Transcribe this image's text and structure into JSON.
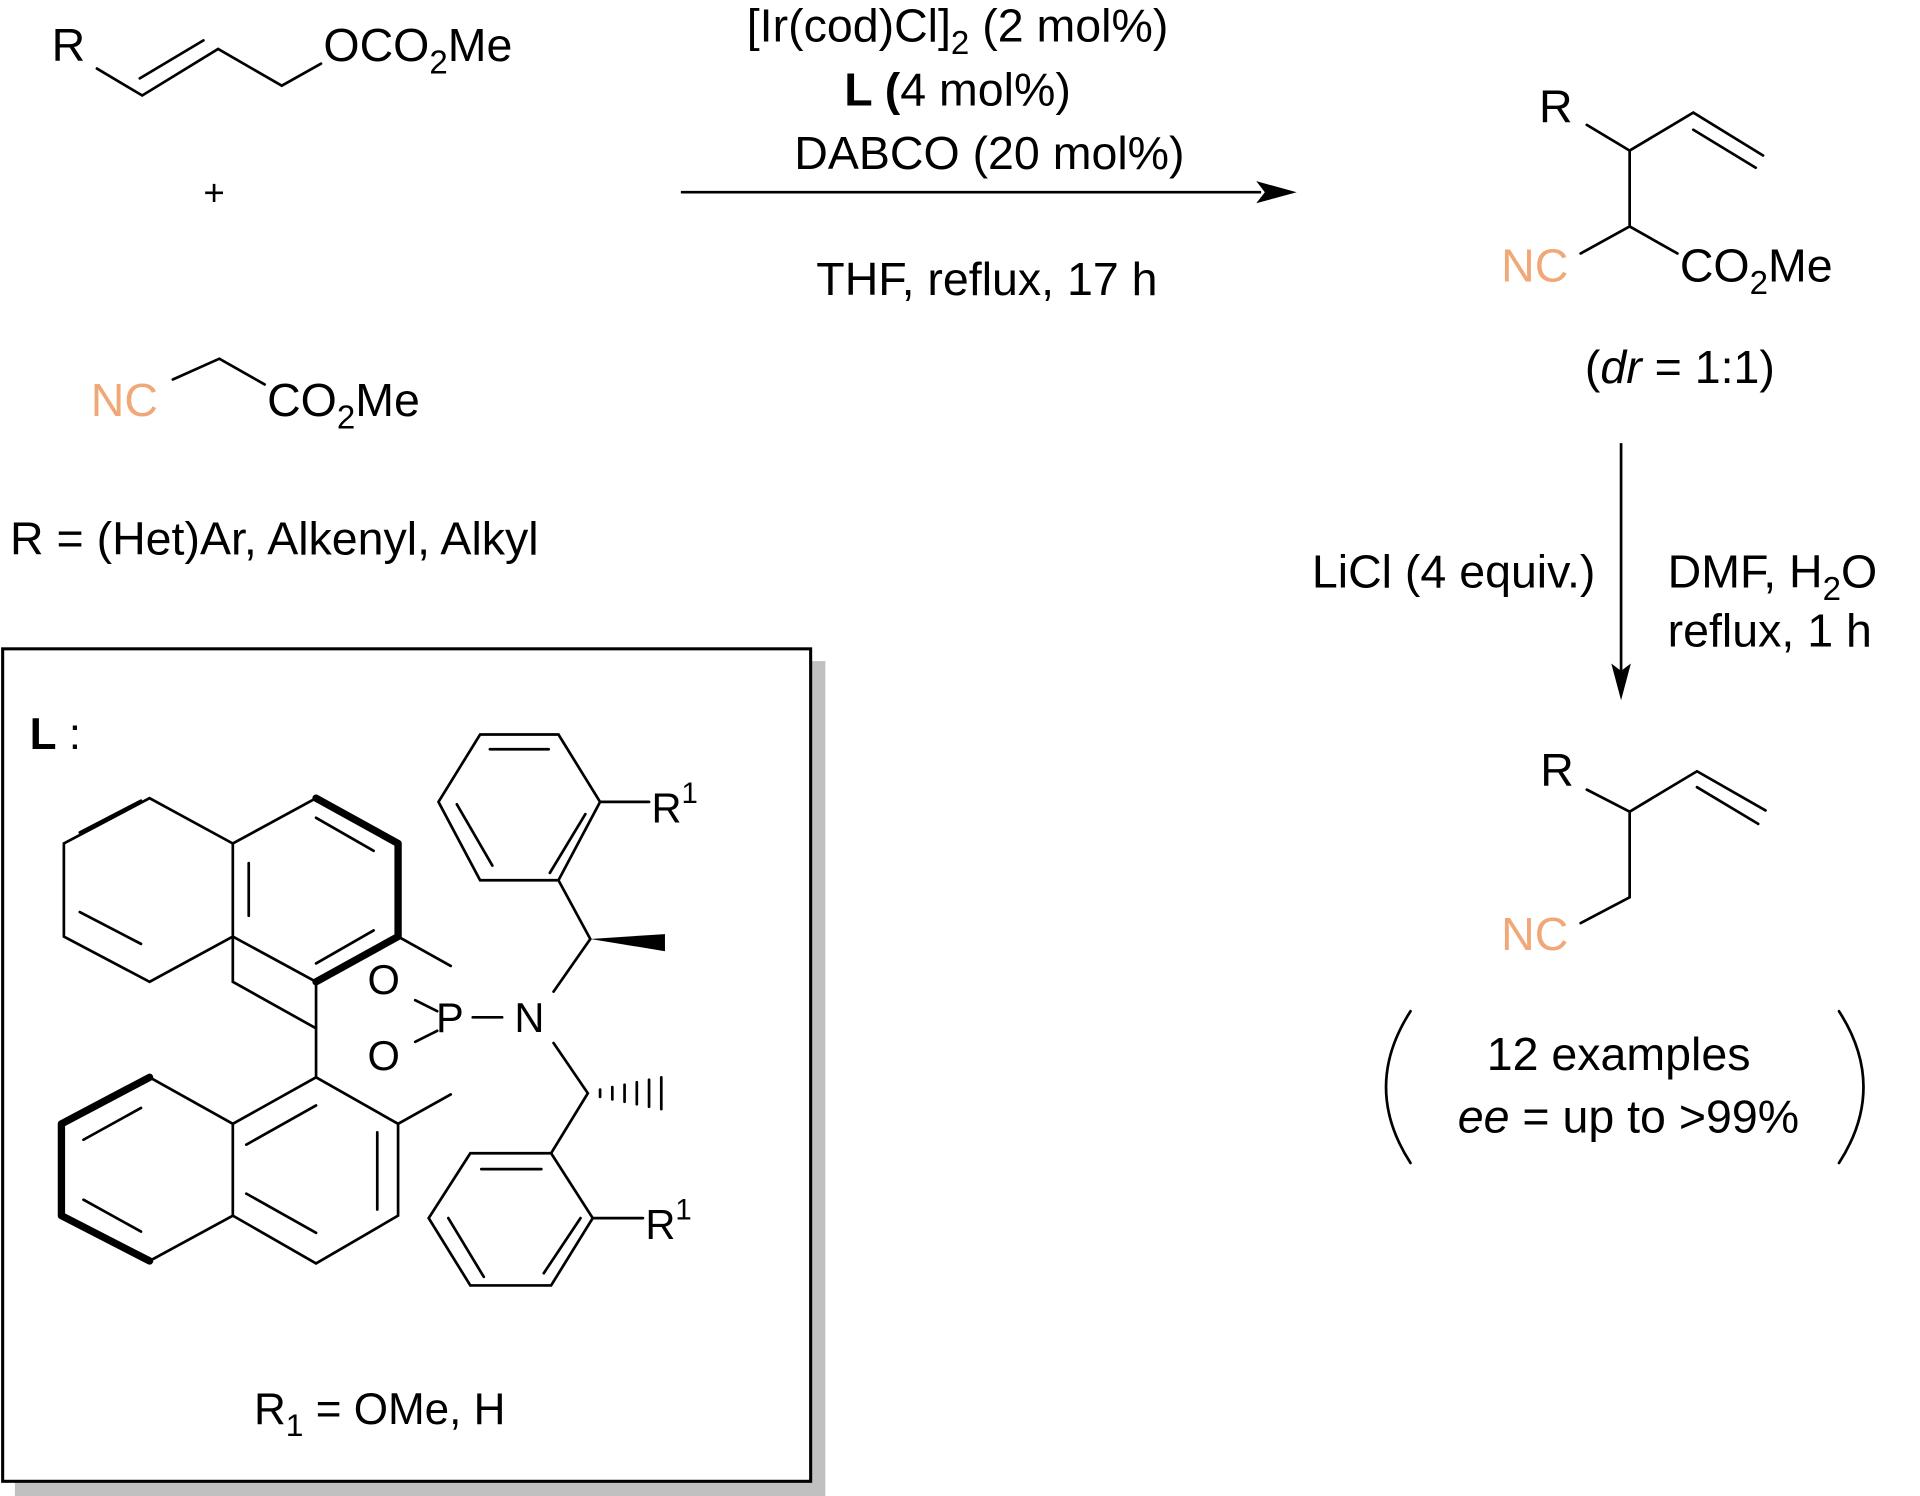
{
  "colors": {
    "nitrile": "#F0A878",
    "shadow": "#C0C0C0",
    "ink": "#000000"
  },
  "reactants": {
    "allyl_carbonate": {
      "R": "R",
      "group": "OCO",
      "sub": "2",
      "tail": "Me"
    },
    "plus": "+",
    "cyanoacetate": {
      "nc": "NC",
      "ester": "CO",
      "sub": "2",
      "tail": "Me"
    },
    "r_definition": "R = (Het)Ar, Alkenyl, Alkyl"
  },
  "step1": {
    "catalyst": {
      "pre": "[Ir(cod)Cl]",
      "sub": "2",
      "post": " (2 mol%)"
    },
    "ligand": {
      "bold": "L (",
      "rest": "4 mol%)"
    },
    "base": "DABCO (20 mol%)",
    "conditions": "THF,  reflux, 17 h"
  },
  "intermediate": {
    "R": "R",
    "nc": "NC",
    "ester": "CO",
    "sub": "2",
    "tail": "Me",
    "dr": {
      "open": "(",
      "italic": "dr",
      "rest": " = 1:1)"
    }
  },
  "step2": {
    "left": "LiCl (4 equiv.)",
    "right_line1": {
      "pre": "DMF,  H",
      "sub": "2",
      "post": "O"
    },
    "right_line2": "reflux, 1 h"
  },
  "product": {
    "R": "R",
    "nc": "NC",
    "examples": "12 examples",
    "ee": {
      "italic": "ee",
      "rest": " = up to >99%"
    }
  },
  "ligand_box": {
    "label": "L",
    "colon": ":",
    "O_top": "O",
    "O_bottom": "O",
    "P": "P",
    "N": "N",
    "R1_top": {
      "R": "R",
      "sup": "1"
    },
    "R1_bottom": {
      "R": "R",
      "sup": "1"
    },
    "footnote": {
      "R": "R",
      "sub": "1",
      "rest": " = OMe, H"
    }
  }
}
